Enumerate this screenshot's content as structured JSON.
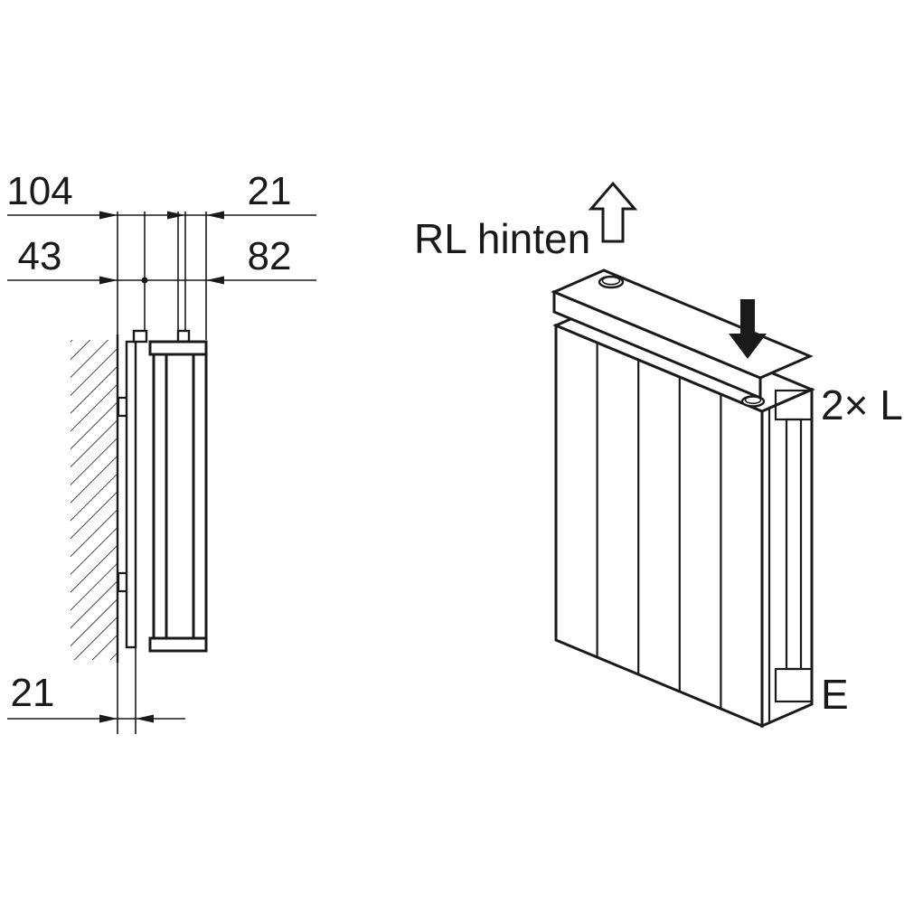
{
  "section_view": {
    "dim_104": "104",
    "dim_21_top": "21",
    "dim_43": "43",
    "dim_82": "82",
    "dim_21_bottom": "21"
  },
  "iso_view": {
    "label_rl_hinten": "RL hinten",
    "label_2xl": "2× L",
    "label_e": "E"
  },
  "icons": {
    "up_arrow": "hollow-up-arrow",
    "down_arrow": "solid-down-arrow"
  },
  "colors": {
    "line": "#1a1a1a",
    "background": "#ffffff"
  }
}
